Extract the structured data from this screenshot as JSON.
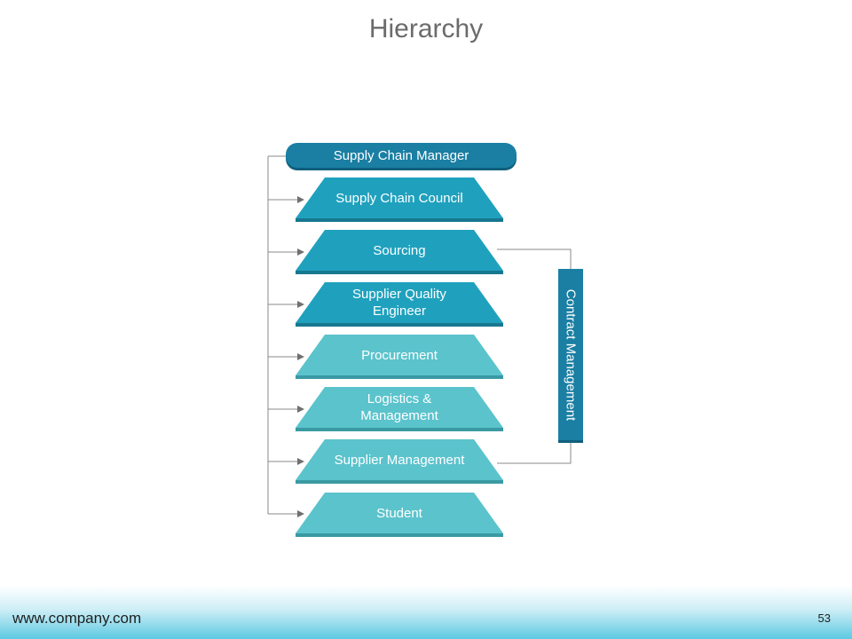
{
  "title": "Hierarchy",
  "top_node": "Supply Chain Manager",
  "levels": [
    "Supply Chain Council",
    "Sourcing",
    "Supplier Quality Engineer",
    "Procurement",
    "Logistics & Management",
    "Supplier Management",
    "Student"
  ],
  "side_node": "Contract Management",
  "footer": {
    "url": "www.company.com",
    "page_number": "53"
  },
  "colors": {
    "dark_teal": "#1fa1be",
    "light_teal": "#5bc3cc",
    "top_node": "#1a7fa3",
    "side_node": "#1a7fa3",
    "connector": "#8a8a8a"
  }
}
